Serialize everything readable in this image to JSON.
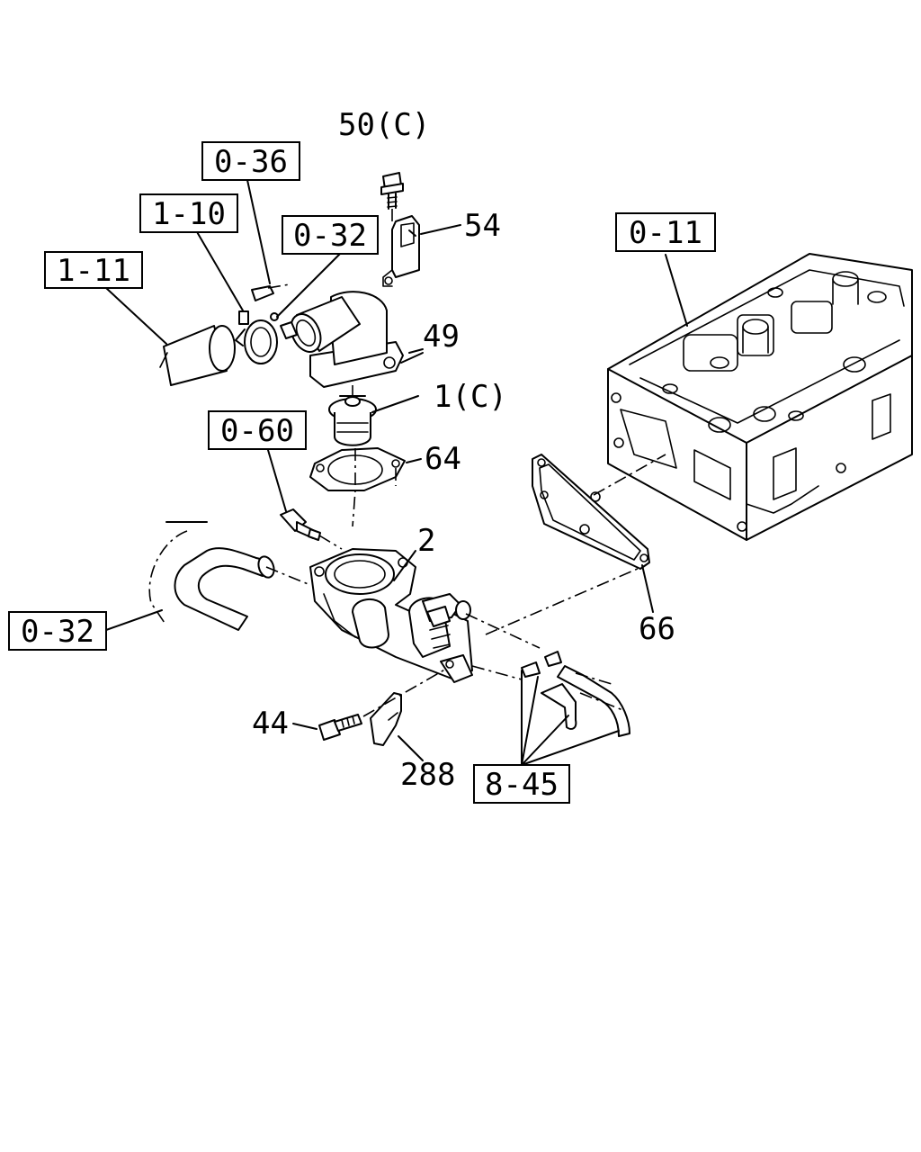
{
  "refs": {
    "r036": "0-36",
    "r110": "1-10",
    "r032a": "0-32",
    "r111": "1-11",
    "r011": "0-11",
    "r060": "0-60",
    "r032b": "0-32",
    "r845": "8-45"
  },
  "parts": {
    "p50": "50(C)",
    "p54": "54",
    "p49": "49",
    "p1": "1(C)",
    "p64": "64",
    "p2": "2",
    "p66": "66",
    "p44": "44",
    "p288": "288"
  }
}
